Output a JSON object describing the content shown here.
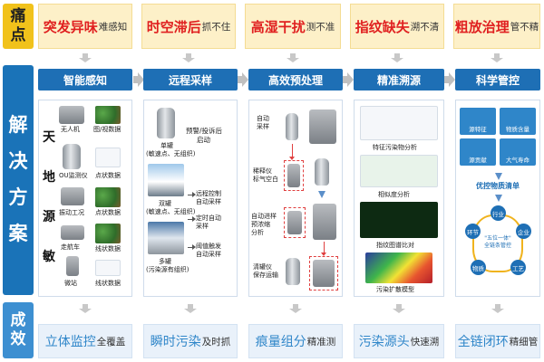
{
  "side": {
    "pain": [
      "痛",
      "点"
    ],
    "solution": [
      "解",
      "决",
      "方",
      "案"
    ],
    "result": [
      "成",
      "效"
    ]
  },
  "pain_points": [
    {
      "bold": "突发异味",
      "small": "难感知"
    },
    {
      "bold": "时空滞后",
      "small": "抓不住"
    },
    {
      "bold": "高湿干扰",
      "small": "测不准"
    },
    {
      "bold": "指纹缺失",
      "small": "溯不清"
    },
    {
      "bold": "粗放治理",
      "small": "管不精"
    }
  ],
  "stages": [
    "智能感知",
    "远程采样",
    "高效预处理",
    "精准溯源",
    "科学管控"
  ],
  "results": [
    {
      "bold": "立体监控",
      "small": "全覆盖"
    },
    {
      "bold": "瞬时污染",
      "small": "及时抓"
    },
    {
      "bold": "痕量组分",
      "small": "精准测"
    },
    {
      "bold": "污染源头",
      "small": "快速溯"
    },
    {
      "bold": "全链闭环",
      "small": "精细管"
    }
  ],
  "p1": {
    "big": [
      "天",
      "地",
      "源",
      "敏"
    ],
    "items": [
      "无人机",
      "图/视数据",
      "OU监测仪",
      "点状数据",
      "振动工况",
      "点状数据",
      "走航车",
      "线状数据",
      "微站",
      "线状数据"
    ]
  },
  "p2": {
    "trigger": [
      "预警/投诉后",
      "启动"
    ],
    "s1": [
      "单罐",
      "(敏速点、无组织)"
    ],
    "s2": [
      "双罐",
      "(敏速点、无组织)"
    ],
    "s3": [
      "多罐",
      "(污染源有组织)"
    ],
    "bullets": [
      [
        "远程控制",
        "自动采样"
      ],
      [
        "定时自动",
        "采样"
      ],
      [
        "阈值触发",
        "自动采样"
      ]
    ]
  },
  "p3": {
    "steps": [
      [
        "自动",
        "采样"
      ],
      [
        "稀释仪",
        "标气空白"
      ],
      [
        "自动进样",
        "预浓缩",
        "分析"
      ],
      [
        "清罐仪",
        "保存运输"
      ]
    ]
  },
  "p4": {
    "items": [
      "特征污染物分析",
      "相似度分析",
      "指纹图谱比对",
      "污染扩散模型"
    ]
  },
  "p5": {
    "tiles": [
      "源特征",
      "物质含量",
      "源贡献",
      "大气寿命"
    ],
    "list": "优控物质清单",
    "center": [
      "\"五位一体\"",
      "全链条管控"
    ],
    "nodes": [
      "行业",
      "企业",
      "工艺",
      "物质",
      "环节"
    ]
  },
  "colors": {
    "accent": "#1e6fb5",
    "alert": "#e02020",
    "pain_bg": "#fdf0c8",
    "result_text": "#2f86c9"
  }
}
